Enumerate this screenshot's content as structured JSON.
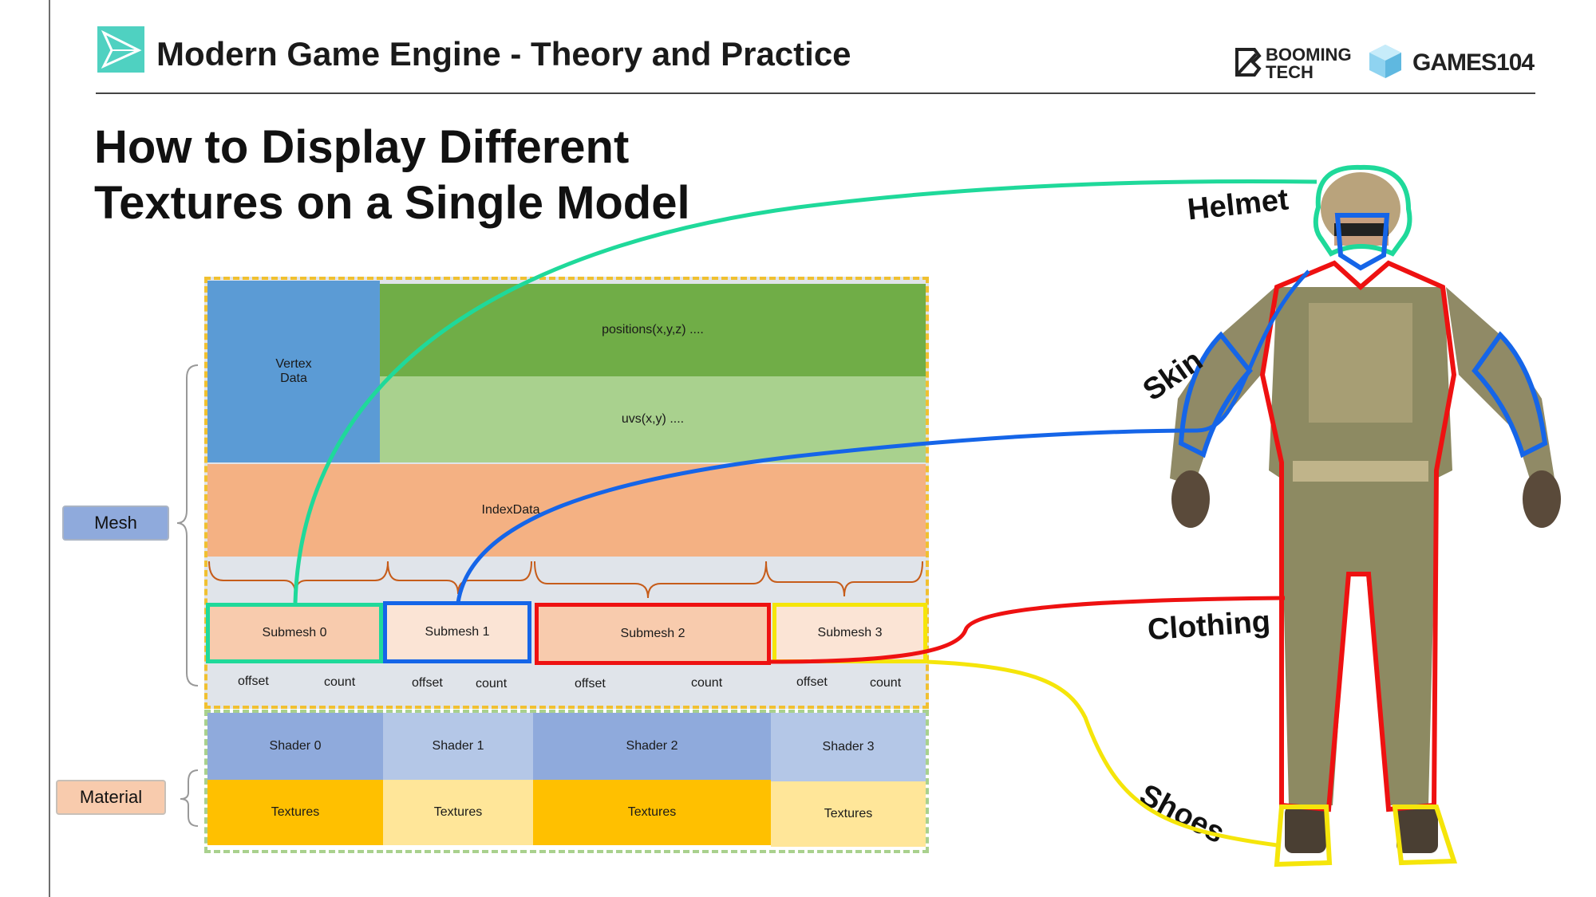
{
  "header": {
    "title": "Modern Game Engine - Theory and Practice",
    "brand_left": "BOOMING TECH",
    "brand_right": "GAMES104"
  },
  "slide": {
    "title_line1": "How to Display Different",
    "title_line2": "Textures on a Single Model"
  },
  "mesh": {
    "label": "Mesh",
    "vertex_data": "Vertex Data",
    "positions": "positions(x,y,z)  ....",
    "uvs": "uvs(x,y)  ....",
    "index_data": "IndexData",
    "submeshes": [
      {
        "label": "Submesh 0",
        "offset": "offset",
        "count": "count",
        "color": "#1fd99a"
      },
      {
        "label": "Submesh 1",
        "offset": "offset",
        "count": "count",
        "color": "#1565e8"
      },
      {
        "label": "Submesh 2",
        "offset": "offset",
        "count": "count",
        "color": "#ee1111"
      },
      {
        "label": "Submesh 3",
        "offset": "offset",
        "count": "count",
        "color": "#f5e50a"
      }
    ]
  },
  "material": {
    "label": "Material",
    "shaders": [
      "Shader 0",
      "Shader 1",
      "Shader 2",
      "Shader 3"
    ],
    "textures": [
      "Textures",
      "Textures",
      "Textures",
      "Textures"
    ]
  },
  "parts": {
    "helmet": "Helmet",
    "skin": "Skin",
    "clothing": "Clothing",
    "shoes": "Shoes"
  },
  "colors": {
    "vertex_blue": "#5b9bd5",
    "positions_green": "#70ad47",
    "uvs_green": "#a9d18e",
    "index_orange": "#f4b183",
    "submesh_bg": "#f8cbad",
    "shader_blue": "#8faadc",
    "shader_light": "#b4c7e7",
    "texture_gold": "#ffc000",
    "texture_light": "#ffe699",
    "mesh_dash": "#f0c030",
    "material_dash": "#a9d18e"
  }
}
